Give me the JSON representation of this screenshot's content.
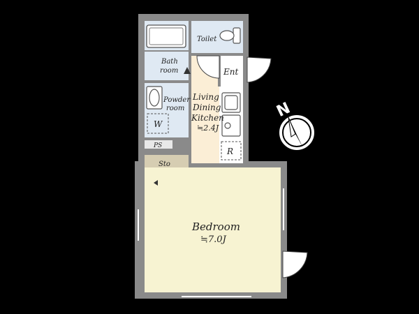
{
  "rooms": {
    "toilet": "Toilet",
    "bath_line1": "Bath",
    "bath_line2": "room",
    "powder_line1": "Powder",
    "powder_line2": "room",
    "washer": "W",
    "ps": "PS",
    "storage": "Sto",
    "entrance": "Ent",
    "ldk_line1": "Living",
    "ldk_line2": "Dining",
    "ldk_line3": "Kitchen",
    "ldk_area": "≒2.4J",
    "fridge": "R",
    "bedroom": "Bedroom",
    "bedroom_area": "≒7.0J"
  },
  "compass": {
    "label": "N"
  },
  "colors": {
    "background": "#000000",
    "wall": "#8a8a8a",
    "wet_area": "#dfe9f3",
    "ldk": "#fbeed6",
    "bedroom": "#f7f3d2",
    "storage": "#d6cdb2",
    "entrance": "#ffffff"
  }
}
